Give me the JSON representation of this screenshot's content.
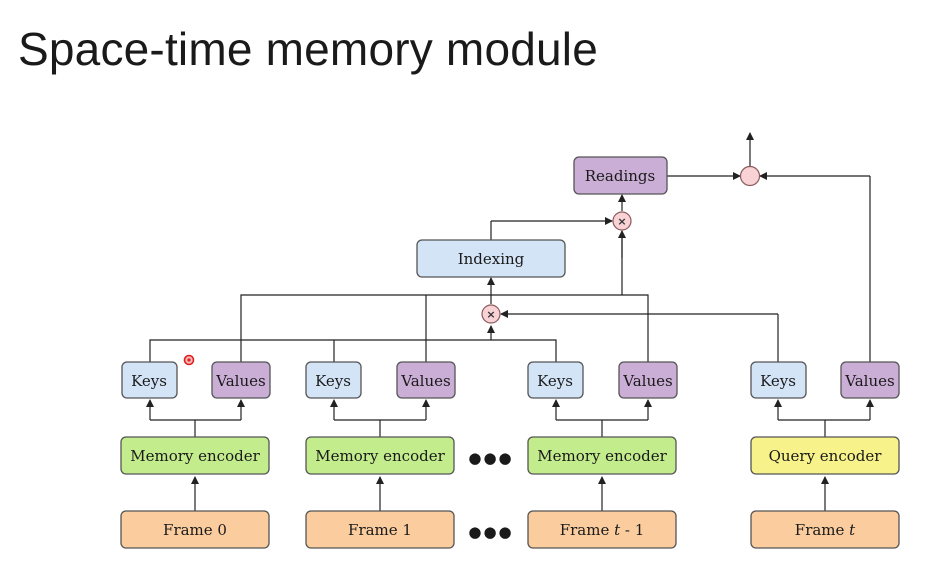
{
  "title": "Space-time memory module",
  "labels": {
    "keys": "Keys",
    "values": "Values",
    "memory_encoder": "Memory encoder",
    "query_encoder": "Query encoder",
    "indexing": "Indexing",
    "readings": "Readings",
    "frame_0": "Frame 0",
    "frame_1": "Frame 1",
    "frame_t_prefix": "Frame ",
    "frame_t_var": "t",
    "frame_t_suffix": " - 1",
    "op_multiply": "×",
    "ellipsis": "●●●"
  },
  "colors": {
    "keys_fill": "#d3e4f7",
    "values_fill": "#cbaed6",
    "memory_encoder_fill": "#c3ec8c",
    "query_encoder_fill": "#f7f28a",
    "frame_fill": "#fbcc9d",
    "operator_fill": "#f8d2d4",
    "cursor": "#e02020"
  }
}
